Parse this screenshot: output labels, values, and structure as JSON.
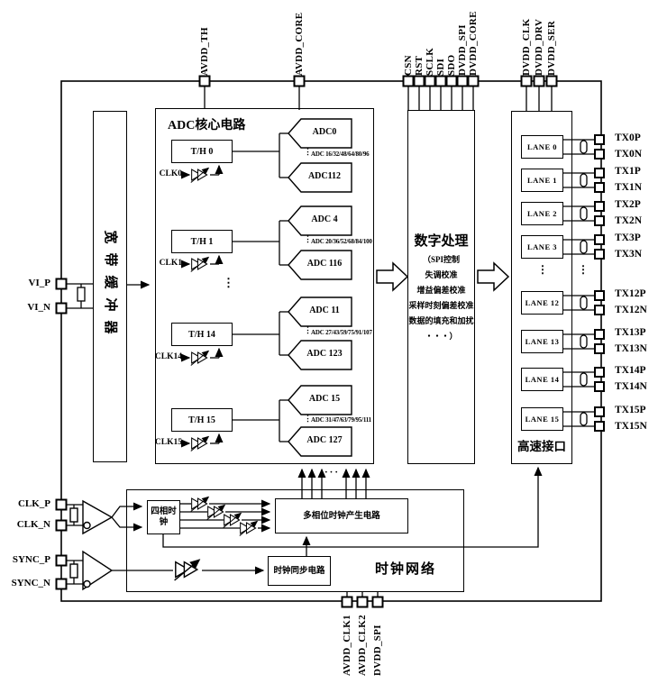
{
  "pins": {
    "avdd_th": "AVDD_TH",
    "avdd_core": "AVDD_CORE",
    "spi": [
      "CSN",
      "RST",
      "SCLK",
      "SDI",
      "SDO",
      "DVDD_SPI",
      "DVDD_CORE"
    ],
    "serdes_supply": [
      "DVDD_CLK",
      "DVDD_DRV",
      "DVDD_SER"
    ],
    "left": [
      "VI_P",
      "VI_N",
      "CLK_P",
      "CLK_N",
      "SYNC_P",
      "SYNC_N"
    ],
    "bottom": [
      "AVDD_CLK1",
      "AVDD_CLK2",
      "DVDD_SPI"
    ],
    "tx": [
      "TX0P",
      "TX0N",
      "TX1P",
      "TX1N",
      "TX2P",
      "TX2N",
      "TX3P",
      "TX3N",
      "TX12P",
      "TX12N",
      "TX13P",
      "TX13N",
      "TX14P",
      "TX14N",
      "TX15P",
      "TX15N"
    ]
  },
  "blocks": {
    "wideband_buffer": "宽带缓冲器",
    "adc_core": {
      "title": "ADC核心电路",
      "groups": [
        {
          "th": "T/H 0",
          "clk": "CLK0",
          "adc_a": "ADC0",
          "adc_b": "ADC112",
          "list": "ADC 16/32/48/64/80/96"
        },
        {
          "th": "T/H 1",
          "clk": "CLK1",
          "adc_a": "ADC 4",
          "adc_b": "ADC 116",
          "list": "ADC 20/36/52/68/84/100"
        },
        {
          "th": "T/H 14",
          "clk": "CLK14",
          "adc_a": "ADC 11",
          "adc_b": "ADC 123",
          "list": "ADC 27/43/59/75/91/107"
        },
        {
          "th": "T/H 15",
          "clk": "CLK15",
          "adc_a": "ADC 15",
          "adc_b": "ADC 127",
          "list": "ADC 31/47/63/79/95/111"
        }
      ]
    },
    "digital": {
      "title": "数字处理",
      "details": [
        "（SPI控制",
        "失调校准",
        "增益偏差校准",
        "采样时刻偏差校准",
        "数据的填充和加扰",
        "・・・）"
      ]
    },
    "hsif": {
      "title": "高速接口",
      "lanes": [
        "LANE 0",
        "LANE 1",
        "LANE 2",
        "LANE 3",
        "LANE 12",
        "LANE 13",
        "LANE 14",
        "LANE 15"
      ]
    },
    "clock": {
      "title": "时钟网络",
      "four_phase": "四相时钟",
      "multiphase": "多相位时钟产生电路",
      "sync_circuit": "时钟同步电路"
    }
  },
  "decor": {
    "vdots": "⋮",
    "hdots": "···"
  }
}
